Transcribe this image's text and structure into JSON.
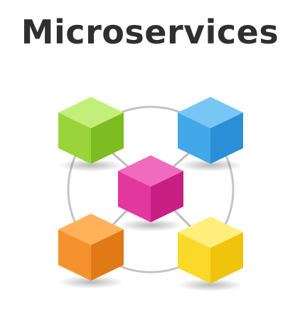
{
  "title": "Microservices",
  "diagram": {
    "nodes": [
      {
        "id": "service-green",
        "color_top": "#c2ef79",
        "color_left": "#99d43a",
        "color_right": "#7dbd22"
      },
      {
        "id": "service-blue",
        "color_top": "#78c6f4",
        "color_left": "#43a8e9",
        "color_right": "#2a8fd6"
      },
      {
        "id": "service-magenta",
        "color_top": "#f06bbd",
        "color_left": "#e2389d",
        "color_right": "#c81f83"
      },
      {
        "id": "service-orange",
        "color_top": "#ffb25a",
        "color_left": "#f6922d",
        "color_right": "#e07a14"
      },
      {
        "id": "service-yellow",
        "color_top": "#ffef7d",
        "color_left": "#fbd92a",
        "color_right": "#f0c30c"
      }
    ],
    "ring_color": "#c4c4c4",
    "link_color": "#bdbdbd"
  }
}
